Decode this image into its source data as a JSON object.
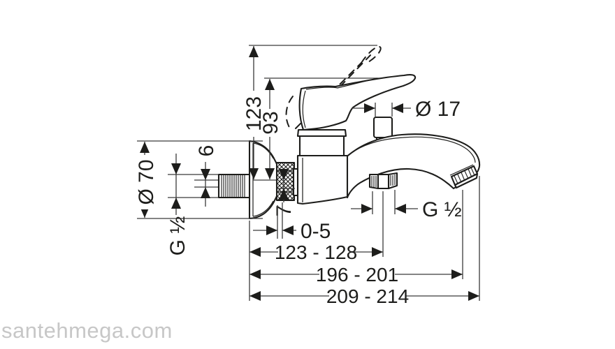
{
  "watermark": "santehmega.com",
  "colors": {
    "line": "#1d1d1b",
    "dimension_line": "#3a3a3a",
    "text": "#1d1d1b",
    "watermark": "#c7c7c7",
    "background": "#ffffff"
  },
  "diagram": {
    "type": "technical-drawing",
    "subject": "wall-mounted single-lever bath mixer tap, side view with dimensions (mm)",
    "labels": {
      "height_open_lever": "123",
      "height_closed_lever": "93",
      "escutcheon_diameter": "Ø 70",
      "wall_thread": "G ½",
      "escutcheon_clearance": "6",
      "union_offset": "7",
      "wall_adjustment": "0-5",
      "knob_diameter": "Ø 17",
      "outlet_thread": "G ½",
      "wall_to_hose_outlet": "123 - 128",
      "wall_to_spout_outlet": "196 - 201",
      "wall_to_spout_tip": "209 - 214"
    }
  }
}
